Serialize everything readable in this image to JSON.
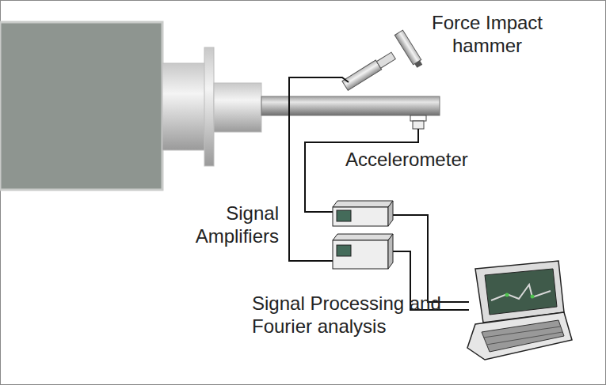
{
  "diagram": {
    "labels": [
      "Force Impact hammer",
      "Accelerometer",
      "Signal Amplifiers",
      "Signal Processing and Fourier analysis"
    ]
  }
}
